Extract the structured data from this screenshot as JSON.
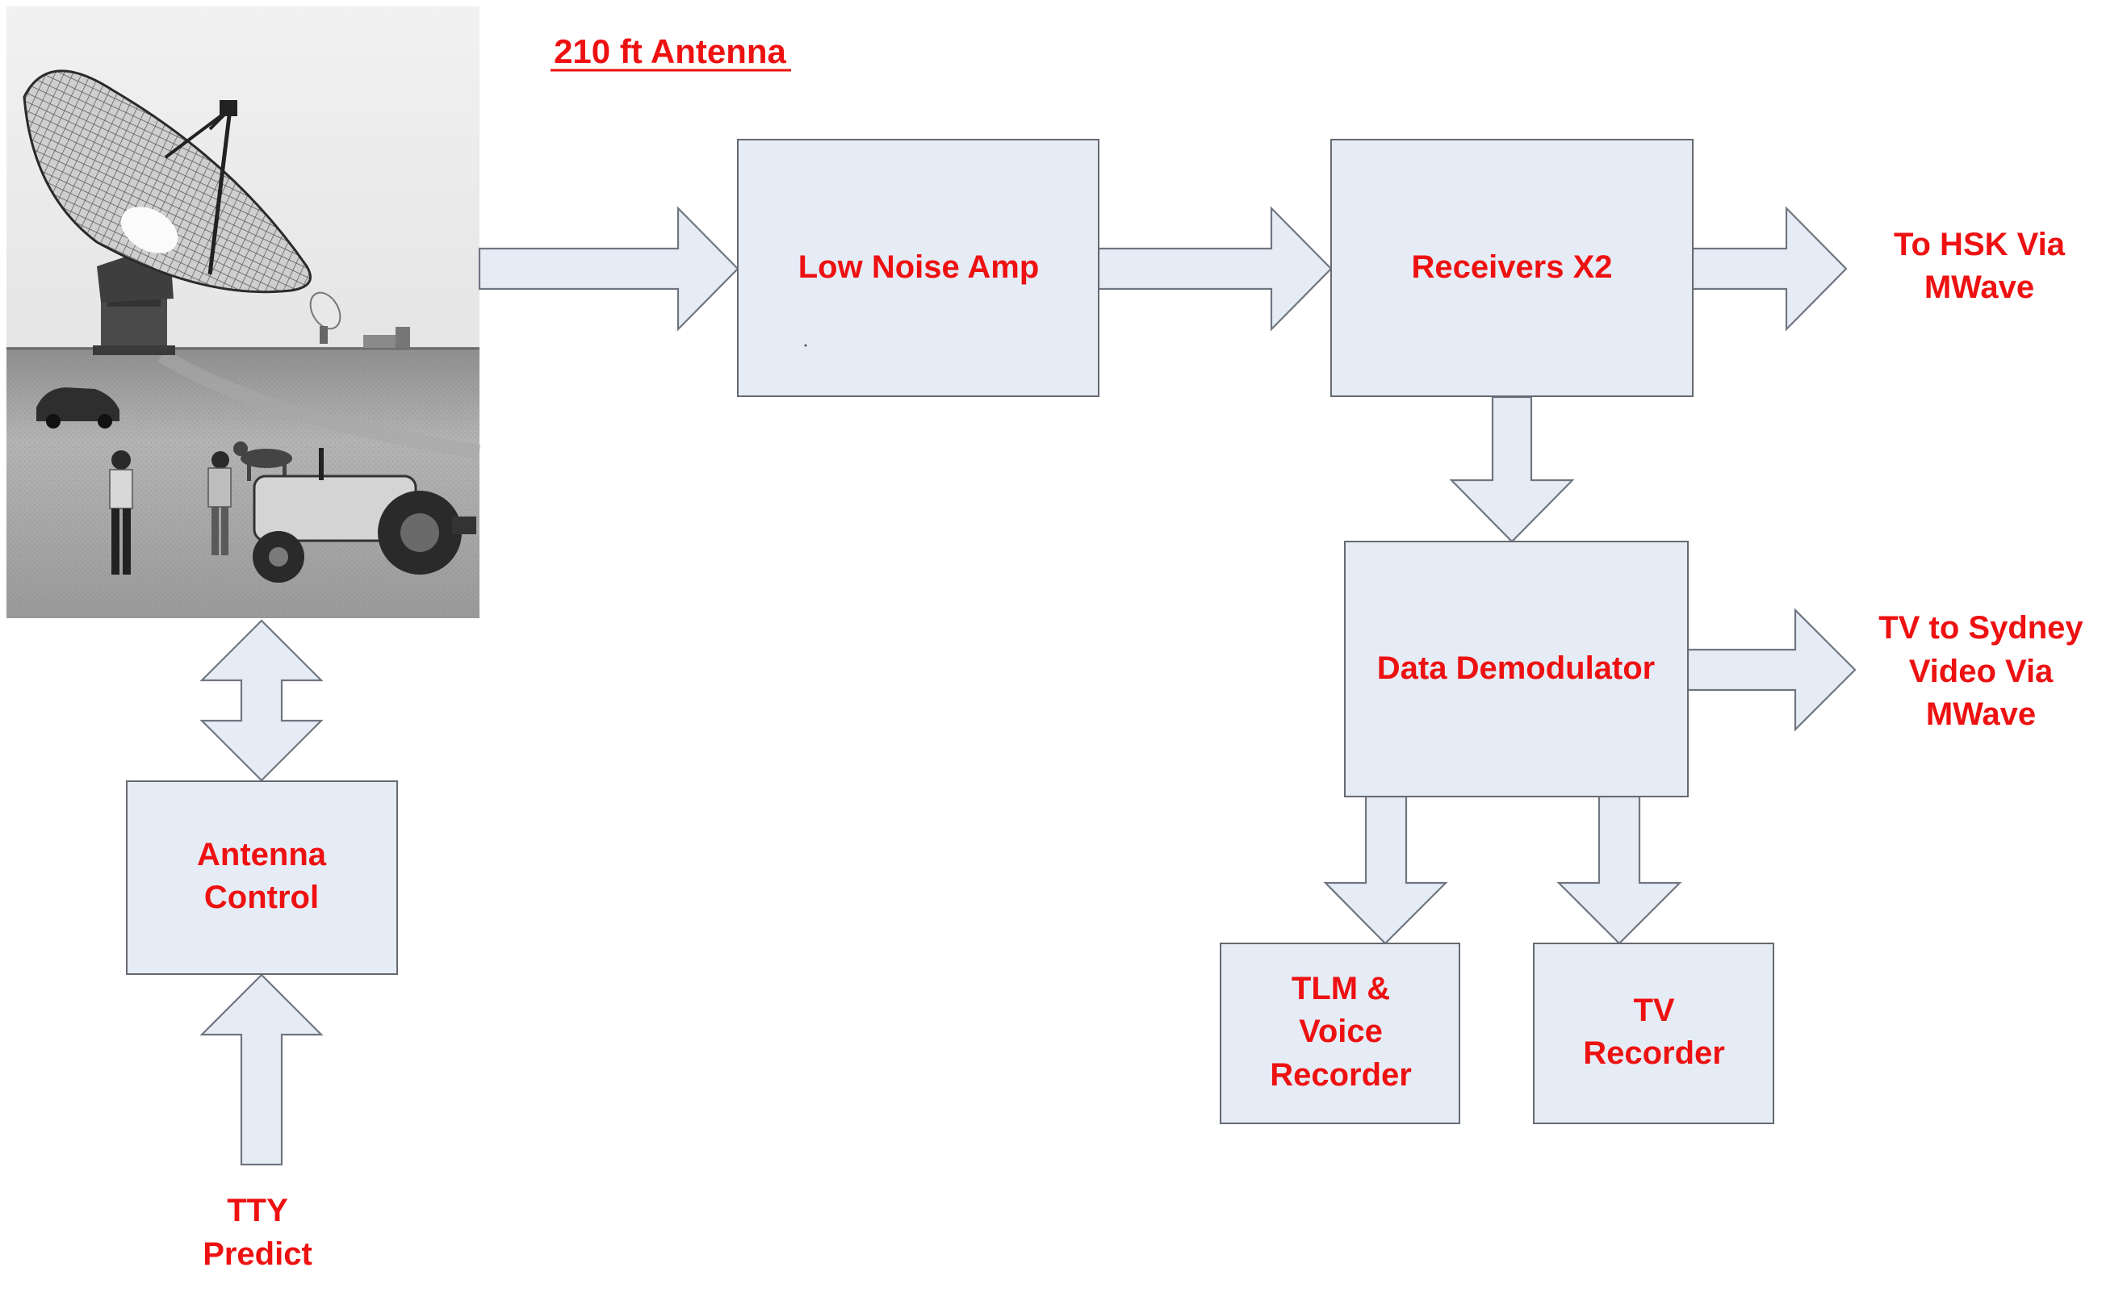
{
  "title": "210 ft Antenna",
  "photo": {
    "description_icon": "radio-telescope-photo-icon"
  },
  "blocks": {
    "low_noise_amp": [
      "Low Noise Amp"
    ],
    "receivers": [
      "Receivers X2"
    ],
    "data_demodulator": [
      "Data Demodulator"
    ],
    "antenna_control": [
      "Antenna",
      "Control"
    ],
    "tlm_voice_recorder": [
      "TLM &",
      "Voice",
      "Recorder"
    ],
    "tv_recorder": [
      "TV",
      "Recorder"
    ]
  },
  "outputs": {
    "to_hsk": [
      "To HSK Via",
      "MWave"
    ],
    "tv_to_sydney": [
      "TV to Sydney",
      "Video Via",
      "MWave"
    ],
    "tty_predict": [
      "TTY",
      "Predict"
    ]
  },
  "colors": {
    "label": "#ee1111",
    "box_fill": "#e6ecf6",
    "box_stroke": "#666a70"
  }
}
